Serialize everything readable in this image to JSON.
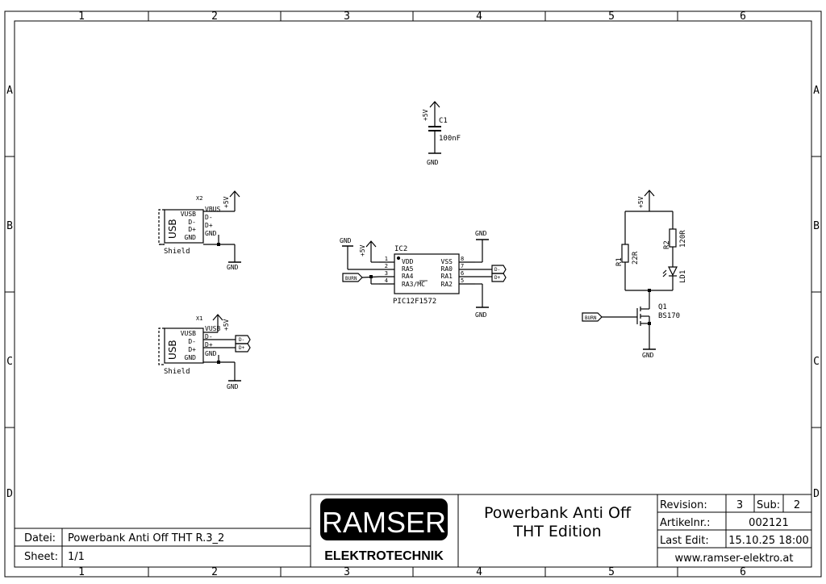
{
  "frame": {
    "columns": [
      "1",
      "2",
      "3",
      "4",
      "5",
      "6"
    ],
    "rows": [
      "A",
      "B",
      "C",
      "D"
    ]
  },
  "schematic": {
    "c1": {
      "ref": "C1",
      "value": "100nF",
      "supply": "+5V",
      "ground": "GND"
    },
    "x2": {
      "ref": "X2",
      "type": "USB",
      "pins": [
        "VUSB",
        "D-",
        "D+",
        "GND"
      ],
      "net_labels": [
        "VBUS",
        "D-",
        "D+",
        "GND"
      ],
      "shield": "Shield",
      "supply": "+5V",
      "ground": "GND"
    },
    "x1": {
      "ref": "X1",
      "type": "USB",
      "pins": [
        "VUSB",
        "D-",
        "D+",
        "GND"
      ],
      "net_labels": [
        "VUSB",
        "D-",
        "D+",
        "GND"
      ],
      "shield": "Shield",
      "supply": "+5V",
      "ground": "GND",
      "port_dm": "D-",
      "port_dp": "D+"
    },
    "ic2": {
      "ref": "IC2",
      "part": "PIC12F1572",
      "left_pins": [
        {
          "num": "1",
          "name": "VDD"
        },
        {
          "num": "2",
          "name": "RA5"
        },
        {
          "num": "3",
          "name": "RA4"
        },
        {
          "num": "4",
          "name": "RA3/MC"
        }
      ],
      "right_pins": [
        {
          "num": "8",
          "name": "VSS"
        },
        {
          "num": "7",
          "name": "RA0"
        },
        {
          "num": "6",
          "name": "RA1"
        },
        {
          "num": "5",
          "name": "RA2"
        }
      ],
      "supply": "+5V",
      "ground_left": "GND",
      "ground_top": "GND",
      "ground_bottom": "GND",
      "port_burn": "BURN",
      "port_dm": "D-",
      "port_dp": "D+"
    },
    "led_stage": {
      "supply": "+5V",
      "r1": {
        "ref": "R1",
        "value": "22R"
      },
      "r2": {
        "ref": "R2",
        "value": "120R"
      },
      "ld1": {
        "ref": "LD1"
      },
      "q1": {
        "ref": "Q1",
        "value": "BS170"
      },
      "port_burn": "BURN",
      "ground": "GND"
    }
  },
  "title_block": {
    "logo": {
      "word": "RAMSER",
      "sub": "ELEKTROTECHNIK"
    },
    "title_line1": "Powerbank Anti Off",
    "title_line2": "THT Edition",
    "revision_label": "Revision:",
    "revision_value": "3",
    "sub_label": "Sub:",
    "sub_value": "2",
    "article_label": "Artikelnr.:",
    "article_value": "002121",
    "lastedit_label": "Last Edit:",
    "lastedit_value": "15.10.25 18:00",
    "website": "www.ramser-elektro.at",
    "file_label": "Datei:",
    "file_value": "Powerbank Anti Off THT R.3_2",
    "sheet_label": "Sheet:",
    "sheet_value": "1/1"
  }
}
